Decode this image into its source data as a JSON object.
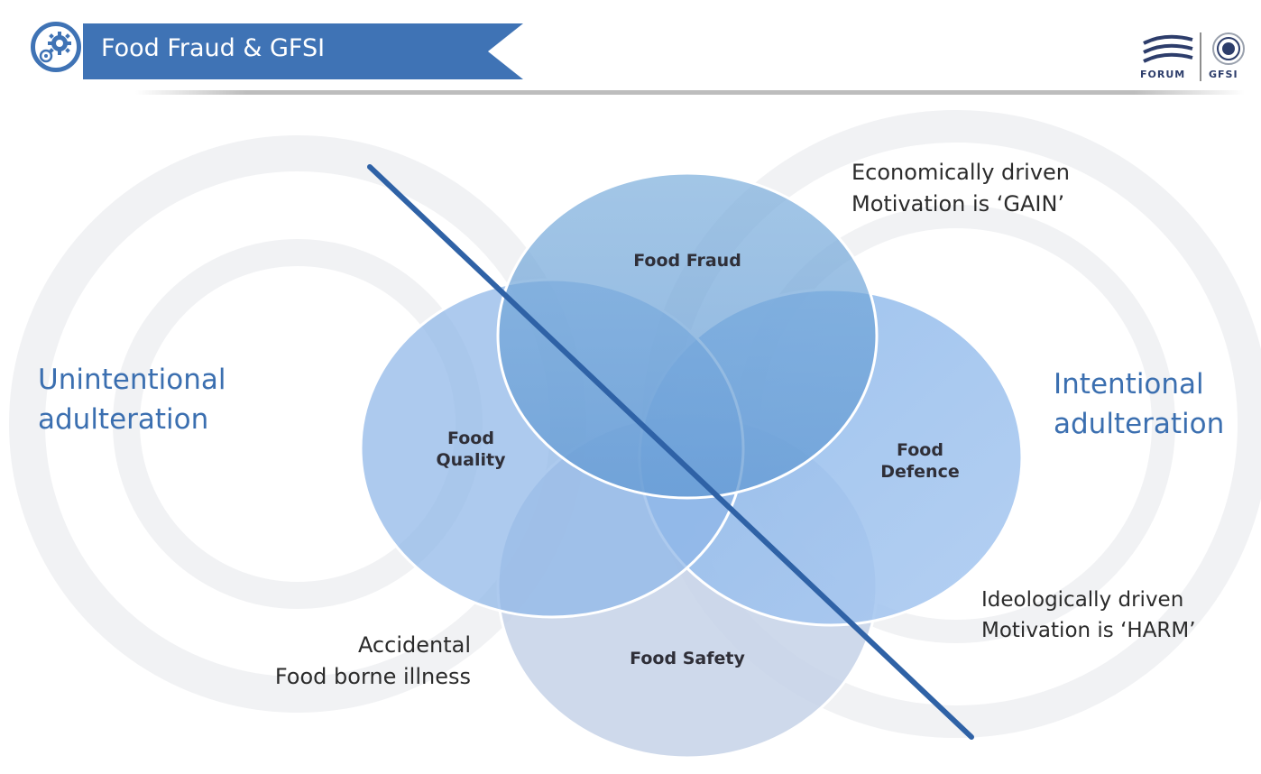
{
  "header": {
    "title": "Food Fraud & GFSI",
    "logo_forum_text": "FORUM",
    "logo_gfsi_text": "GFSI"
  },
  "diagram": {
    "circles": [
      {
        "id": "fraud",
        "label": "Food Fraud"
      },
      {
        "id": "quality",
        "label_line1": "Food",
        "label_line2": "Quality"
      },
      {
        "id": "defence",
        "label_line1": "Food",
        "label_line2": "Defence"
      },
      {
        "id": "safety",
        "label": "Food Safety"
      }
    ],
    "left_heading": {
      "line1": "Unintentional",
      "line2": "adulteration"
    },
    "right_heading": {
      "line1": "Intentional",
      "line2": "adulteration"
    },
    "top_note": {
      "line1": "Economically driven",
      "line2": "Motivation is ‘GAIN’"
    },
    "bottom_right_note": {
      "line1": "Ideologically driven",
      "line2": "Motivation is ‘HARM’"
    },
    "bottom_left_note": {
      "line1": "Accidental",
      "line2": "Food borne illness"
    }
  },
  "colors": {
    "brand_blue": "#3f73b5",
    "heading_blue": "#3b6fb0",
    "diagonal_line": "#2f62a6"
  }
}
